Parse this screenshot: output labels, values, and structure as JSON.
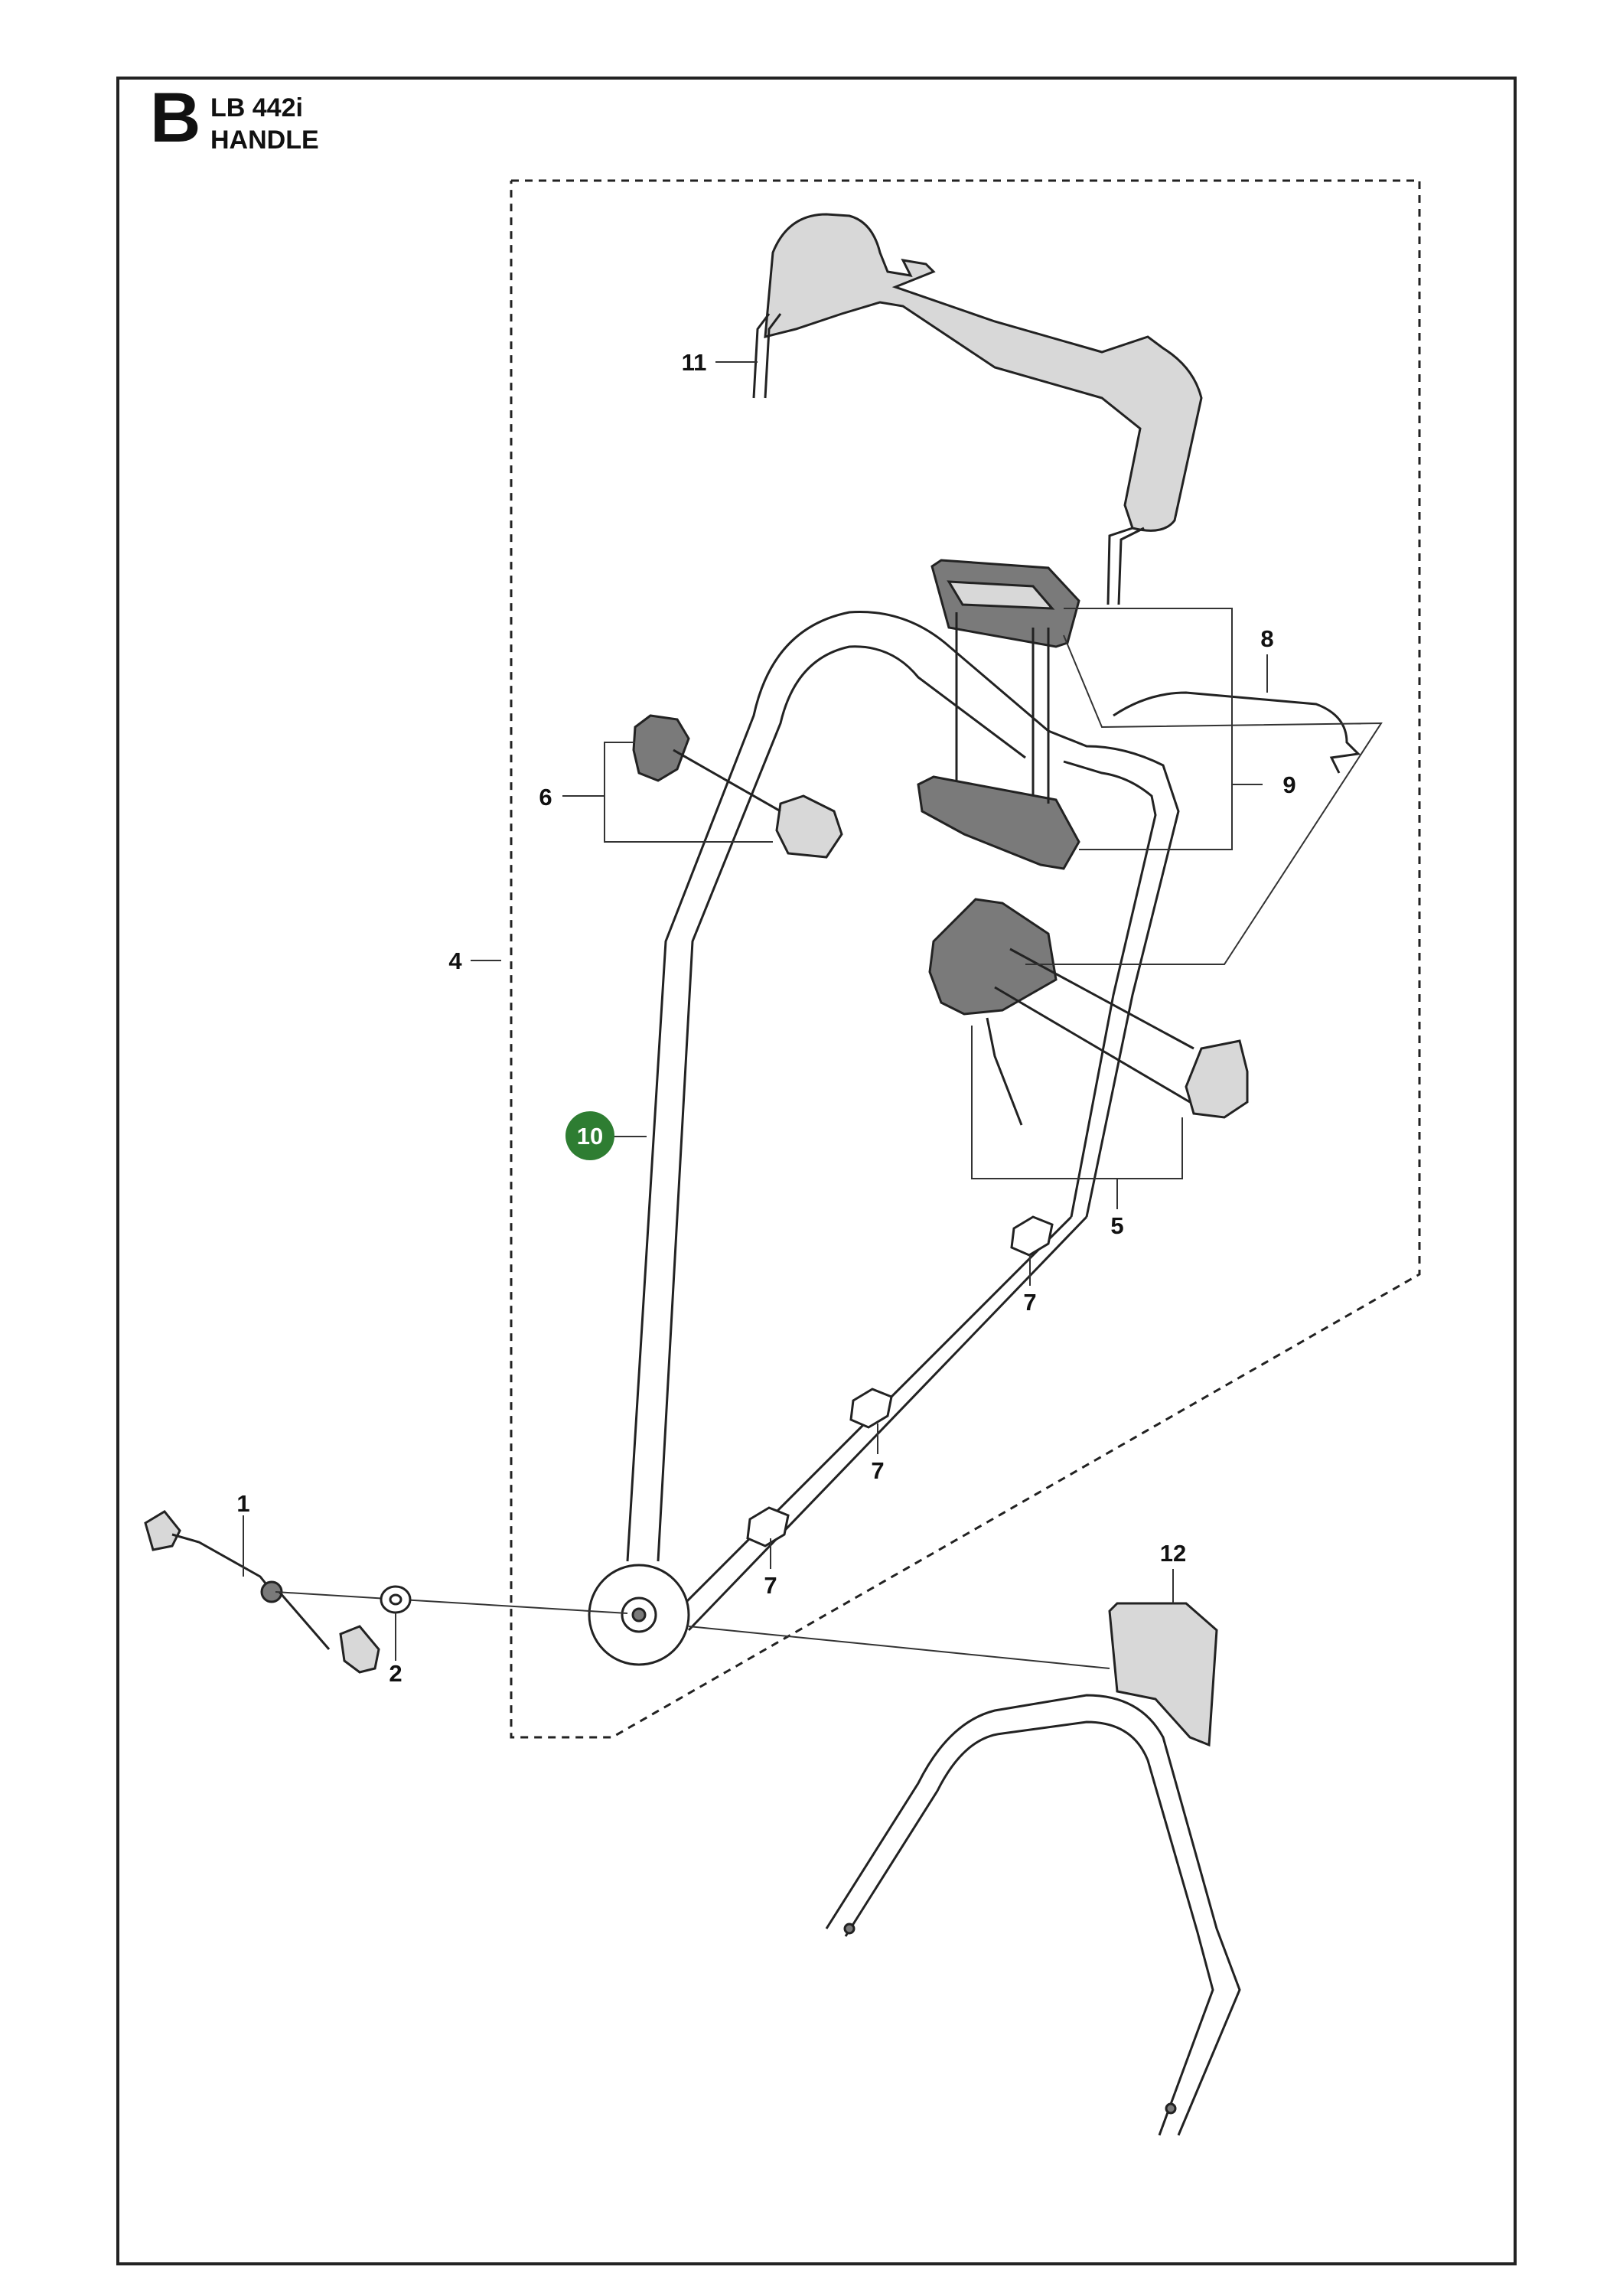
{
  "header": {
    "section_letter": "B",
    "model": "LB 442i",
    "title": "HANDLE"
  },
  "callouts": [
    {
      "id": "1",
      "label": "1"
    },
    {
      "id": "2",
      "label": "2"
    },
    {
      "id": "4",
      "label": "4"
    },
    {
      "id": "5",
      "label": "5"
    },
    {
      "id": "6",
      "label": "6"
    },
    {
      "id": "7a",
      "label": "7"
    },
    {
      "id": "7b",
      "label": "7"
    },
    {
      "id": "7c",
      "label": "7"
    },
    {
      "id": "8",
      "label": "8"
    },
    {
      "id": "9",
      "label": "9"
    },
    {
      "id": "10",
      "label": "10",
      "highlighted": true
    },
    {
      "id": "11",
      "label": "11"
    },
    {
      "id": "12",
      "label": "12"
    }
  ],
  "colors": {
    "highlight": "#2e7d32",
    "line": "#222222"
  }
}
